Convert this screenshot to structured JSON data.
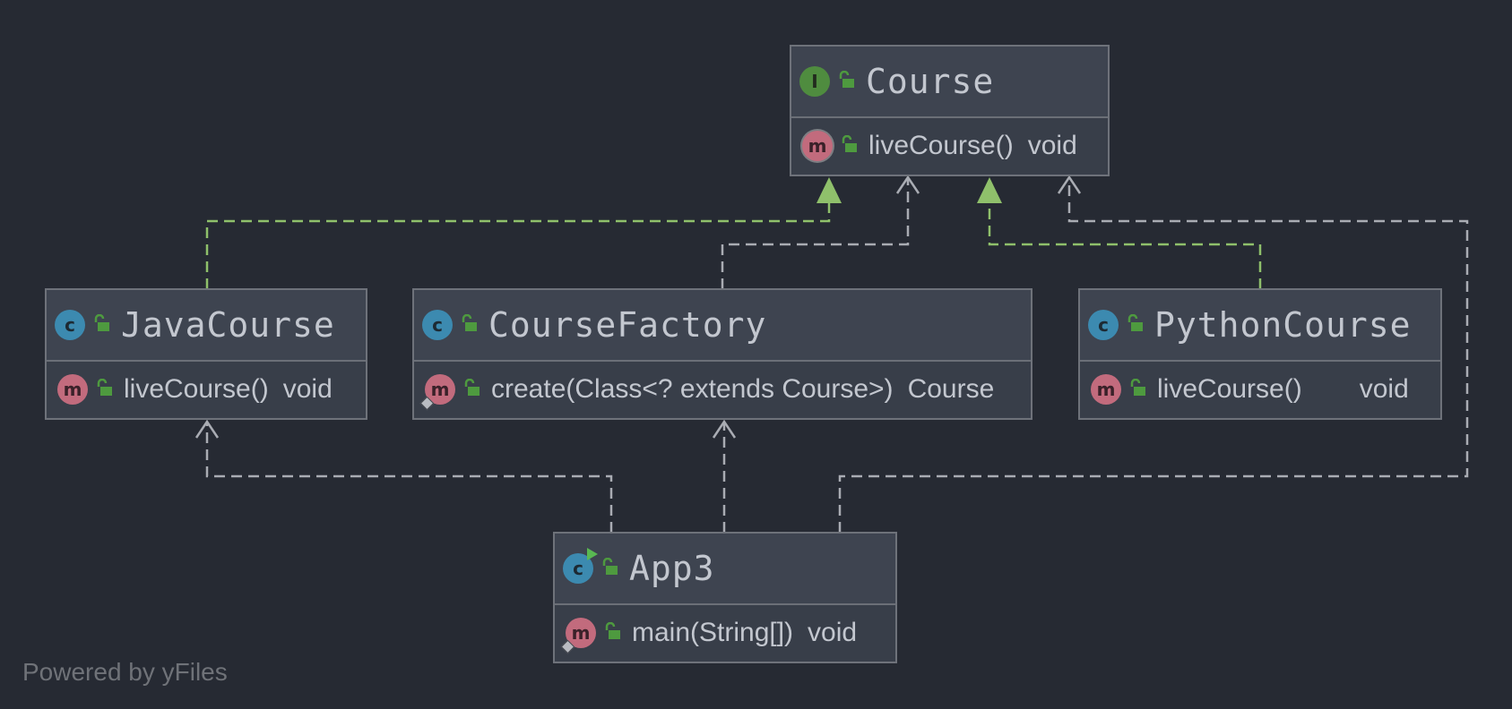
{
  "diagram": {
    "nodes": [
      {
        "id": "course",
        "kind": "I",
        "name": "Course",
        "member_icon": "method-abstract-icon",
        "member": "liveCourse()",
        "member_type": "void"
      },
      {
        "id": "javacourse",
        "kind": "C",
        "name": "JavaCourse",
        "member_icon": "method-icon",
        "member": "liveCourse()",
        "member_type": "void"
      },
      {
        "id": "coursefactory",
        "kind": "C",
        "name": "CourseFactory",
        "member_icon": "static-method-icon",
        "member": "create(Class<? extends Course>)",
        "member_type": "Course"
      },
      {
        "id": "pythoncourse",
        "kind": "C",
        "name": "PythonCourse",
        "member_icon": "method-icon",
        "member": "liveCourse()",
        "member_type": "void"
      },
      {
        "id": "app3",
        "kind": "C",
        "name": "App3",
        "member_icon": "static-method-icon",
        "member": "main(String[])",
        "member_type": "void"
      }
    ],
    "edges": [
      {
        "from": "javacourse",
        "to": "course",
        "type": "implements"
      },
      {
        "from": "coursefactory",
        "to": "course",
        "type": "dependency"
      },
      {
        "from": "pythoncourse",
        "to": "course",
        "type": "implements"
      },
      {
        "from": "app3",
        "to": "course",
        "type": "dependency"
      },
      {
        "from": "app3",
        "to": "javacourse",
        "type": "dependency"
      },
      {
        "from": "app3",
        "to": "coursefactory",
        "type": "dependency"
      }
    ],
    "colors": {
      "background": "#262a33",
      "implements_edge": "#8fc06b",
      "dependency_edge": "#a9acb3",
      "interface_icon": "#4f8c3f",
      "class_icon": "#3c8ab0",
      "method_icon": "#c26b7d",
      "public_lock": "#4e9a3f"
    }
  },
  "footer": "Powered by yFiles"
}
